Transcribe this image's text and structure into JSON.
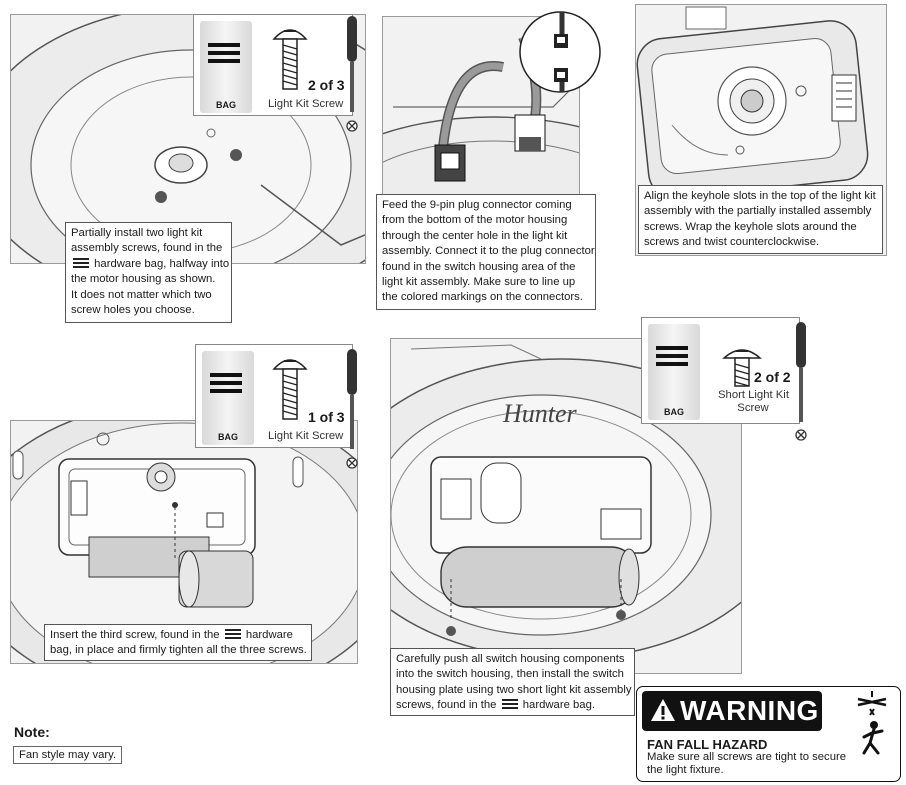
{
  "step1": {
    "caption": [
      "Partially install two light kit",
      "assembly screws, found in the",
      "hardware bag, halfway into",
      "the motor housing as shown.",
      "It does not matter which two",
      "screw holes you choose."
    ],
    "bag_label": "BAG",
    "count": "2 of 3",
    "part": "Light Kit Screw"
  },
  "step2": {
    "caption": [
      "Feed the 9-pin plug connector coming",
      "from the bottom of the motor housing",
      "through the center hole in the light kit",
      "assembly. Connect it to the plug connector",
      "found in the switch housing area of the",
      "light kit assembly. Make sure to line up",
      "the colored markings on the connectors."
    ]
  },
  "step3": {
    "caption": [
      "Align the keyhole slots in the top of the light kit",
      "assembly with the partially installed assembly",
      "screws. Wrap the keyhole slots around the",
      "screws and twist counterclockwise."
    ]
  },
  "step4": {
    "caption_line1_a": "Insert the third screw, found in the",
    "caption_line1_b": "hardware",
    "caption_line2": "bag, in place and firmly tighten all the three screws.",
    "bag_label": "BAG",
    "count": "1 of 3",
    "part": "Light Kit Screw"
  },
  "step5": {
    "caption": [
      "Carefully push all switch housing components",
      "into the switch housing, then install the switch",
      "housing plate using two short light kit assembly"
    ],
    "caption_last_a": "screws, found in the",
    "caption_last_b": "hardware bag.",
    "bag_label": "BAG",
    "count": "2 of 2",
    "part_line1": "Short Light Kit",
    "part_line2": "Screw",
    "brand": "Hunter"
  },
  "note": {
    "title": "Note:",
    "text": "Fan style may vary."
  },
  "warning": {
    "heading": "WARNING",
    "hazard": "FAN FALL HAZARD",
    "text_line1": "Make sure all screws are tight to secure",
    "text_line2": "the light fixture."
  }
}
